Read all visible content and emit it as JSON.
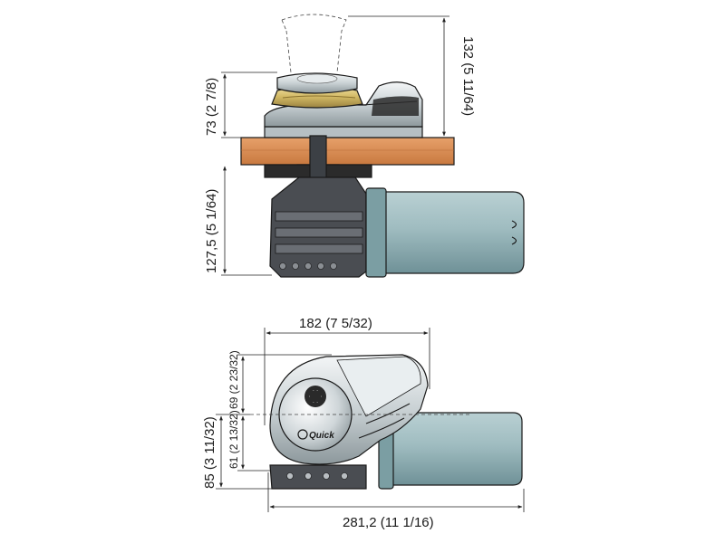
{
  "brand": {
    "logo_text": "Quick"
  },
  "colors": {
    "deck_wood": "#d98c50",
    "motor": "#9fbcc0",
    "motor_shade": "#7b9ea3",
    "housing": "#d6dde0",
    "gypsy_bronze": "#d8c27a",
    "dark_gear": "#4a4d52",
    "base_plate": "#2b2b2b"
  },
  "side_view": {
    "dim_height_above_deck": "73 (2 7/8)",
    "dim_clearance_top": "132 (5 11/64)",
    "dim_height_below_deck": "127,5 (5 1/64)"
  },
  "top_view": {
    "dim_width_housing": "182 (7 5/32)",
    "dim_upper_offset": "69 (2 23/32)",
    "dim_lower_offset": "61 (2 13/32)",
    "dim_depth": "85 (3 11/32)",
    "dim_total_length": "281,2 (11 1/16)"
  }
}
